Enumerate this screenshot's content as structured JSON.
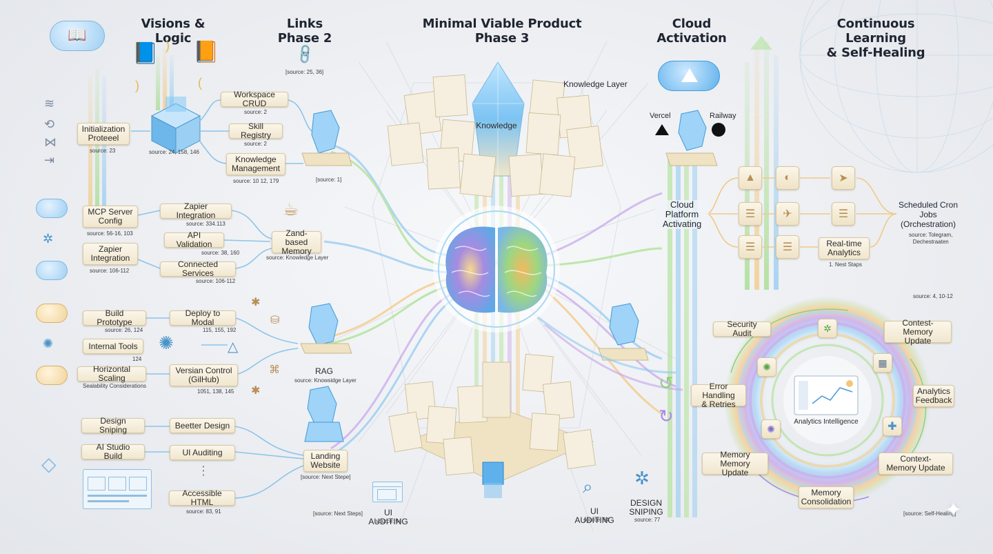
{
  "headers": {
    "col1": [
      "Visions & Logic"
    ],
    "col2": [
      "Links",
      "Phase 2"
    ],
    "col3": [
      "Minimal Viable Product",
      "Phase 3"
    ],
    "col4": [
      "Cloud",
      "Activation"
    ],
    "col5": [
      "Continuous Learning",
      "& Self-Healing"
    ]
  },
  "phase1": {
    "init_label": [
      "Initialization",
      "Proteeel"
    ],
    "init_source": "source: 23",
    "cube_source": "source: 24, 158, 146",
    "workspace_crud": "Workspace CRUD",
    "workspace_source": "source: 2",
    "skill_registry": "Skill Registry",
    "skill_source": "source: 2",
    "knowledge_mgmt": [
      "Knowledge",
      "Management"
    ],
    "knowledge_source": "source: 10 12, 179",
    "head_source": "[source: 1]"
  },
  "phase2_links_source": "[source: 25, 36]",
  "integrations": {
    "mcp": [
      "MCP Server",
      "Config"
    ],
    "mcp_source": "source: 56-16, 103",
    "zapier_left": [
      "Zapier",
      "Integration"
    ],
    "zapier_left_source": "source: 106-112",
    "zapier_integration": "Zapier Integration",
    "zapier_source": "source: 334.113",
    "api_validation": "API Validation",
    "api_source": "source: 38, 160",
    "connected": "Connected Services",
    "connected_source": "source: 106-112",
    "memory": [
      "Zand-based",
      "Memory"
    ],
    "memory_source": "source: Knowledge Layer"
  },
  "build": {
    "prototype": "Build Prototype",
    "prototype_source": "source: 26, 124",
    "deploy": "Deploy to Modal",
    "deploy_source": "115, 155, 192",
    "internal": "Internal Tools",
    "internal_source": "124",
    "scaling": "Horizontal Scaling",
    "scaling_source": "Sealability Considerations",
    "version": [
      "Versian Control",
      "(GilHub)"
    ],
    "version_source": "1051, 138, 145",
    "rag": "RAG",
    "rag_source": "source: Knowsidge Layer"
  },
  "design": {
    "sniping": "Design Sniping",
    "better": "Beetter Design",
    "ai_studio": "AI Studio Build",
    "ui_auditing": "UI Auditing",
    "ellipsis": "⋮",
    "accessible": "Accessible HTML",
    "accessible_source": "source: 83, 91",
    "landing": [
      "Landing",
      "Website"
    ],
    "landing_source": "[source: Next Stepe]",
    "next_steps": "[source: Next Steps]"
  },
  "mvp": {
    "knowledge_layer": "Knowledge Layer",
    "knowledge": "Knowledge",
    "ui_auditing_1": "UI AUDITING",
    "ui_auditing_1_source": "source: 94",
    "ui_auditing_2": "UI AUDITING",
    "ui_auditing_2_source": "source: 94",
    "design_sniping": [
      "DESIGN",
      "SNIPING"
    ],
    "design_sniping_source": "source: 77"
  },
  "cloud": {
    "vercel": "Vercel",
    "railway": "Railway",
    "activating": [
      "Cloud",
      "Platform",
      "Activating"
    ]
  },
  "learning": {
    "cron": [
      "Scheduled Cron",
      "Jobs",
      "(Orchestration)"
    ],
    "cron_source": [
      "source: Tolegram,",
      "Dechestraaten"
    ],
    "realtime": [
      "Real-time",
      "Analytics"
    ],
    "realtime_source": "1. Nest Staps",
    "loop_source": "source: 4, 10-12",
    "security": "Security Audit",
    "contest_memory": [
      "Contest-",
      "Memory Update"
    ],
    "error_handling": [
      "Error Handling",
      "& Retries"
    ],
    "analytics_feedback": [
      "Analytics",
      "Feedback"
    ],
    "analytics_intel": "Analytics Intelligence",
    "memory_update": [
      "Memory",
      "Memory Update"
    ],
    "context_memory": [
      "Context-",
      "Memory Update"
    ],
    "consolidation": [
      "Memory",
      "Consolidation"
    ],
    "self_healing_source": "[source: Self-Healing]"
  },
  "colors": {
    "card": "#f4ecd8",
    "card_border": "#d9c9a3",
    "link_blue": "#8cc4ea",
    "stream_green": "#a6e08a",
    "stream_orange": "#f3c77a",
    "stream_purple": "#c6a4ea"
  },
  "icons": [
    "cloud-book-icon",
    "open-book-icon",
    "banana-icon",
    "chip-cube-icon",
    "wireframe-head-icon",
    "link-chain-icon",
    "coffee-cup-icon",
    "crystal-icon",
    "brain-icon",
    "cloud-upload-icon",
    "vercel-triangle-icon",
    "railway-icon",
    "telegram-icon",
    "gem-icon",
    "layout-icon",
    "magnifier-icon",
    "network-icon",
    "sparkle-icon"
  ]
}
